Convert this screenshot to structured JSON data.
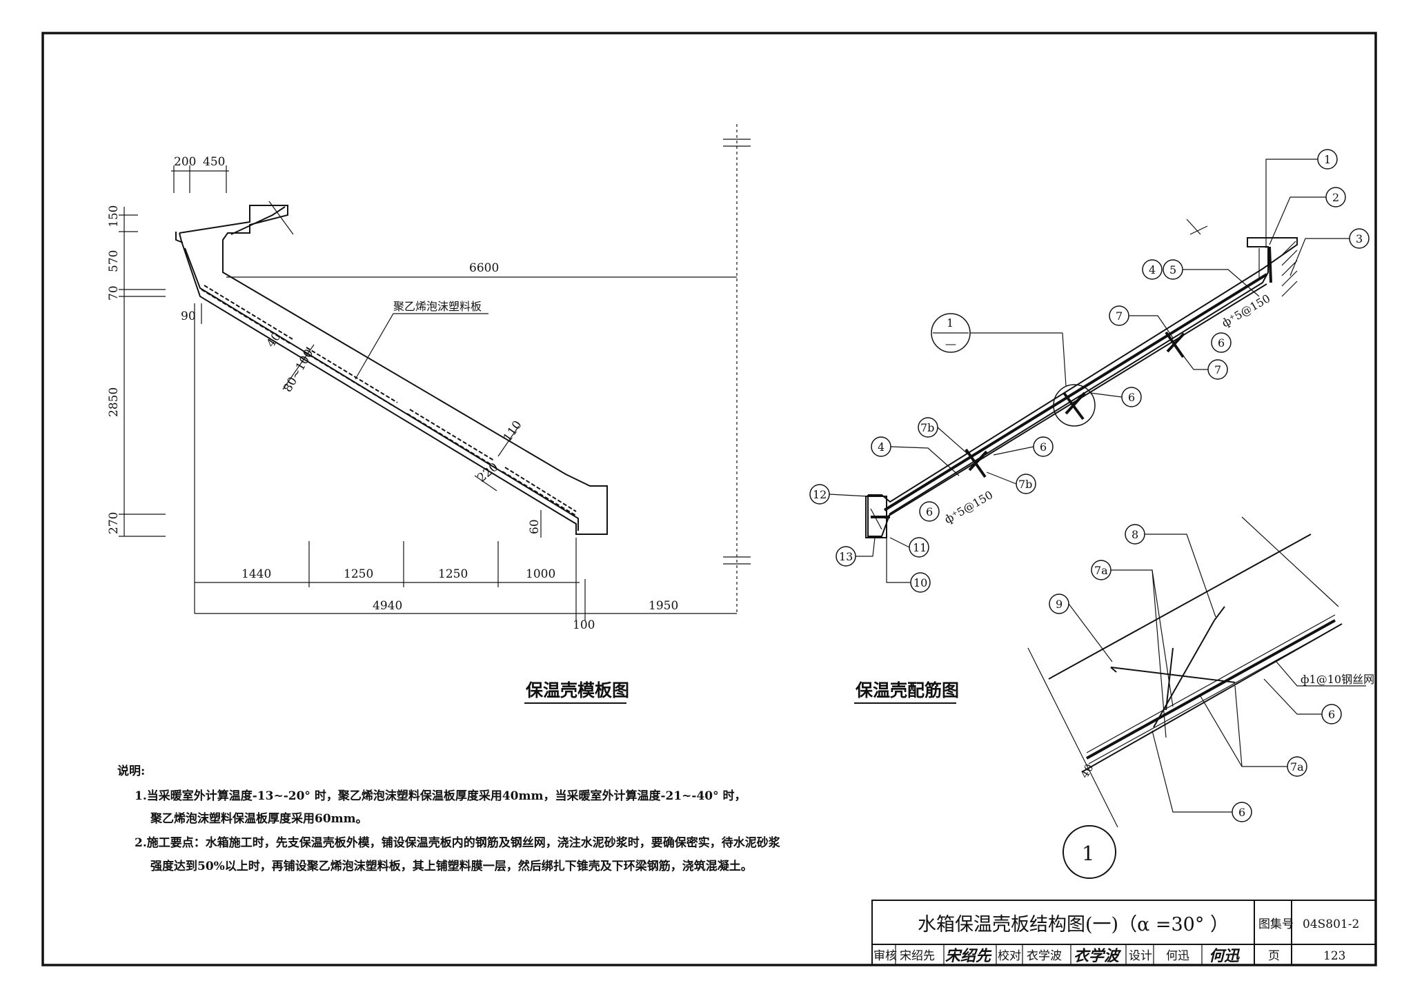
{
  "left_drawing": {
    "title": "保温壳模板图",
    "material_label": "聚乙烯泡沫塑料板",
    "dims": {
      "top_200": "200",
      "top_450": "450",
      "v_150": "150",
      "v_570": "570",
      "v_70": "70",
      "v_2850": "2850",
      "v_270": "270",
      "d_90": "90",
      "d_40": "40",
      "d_80_100": "80~100",
      "d_6600": "6600",
      "d_110": "110",
      "d_220": "220",
      "d_60": "60",
      "b_1440": "1440",
      "b_1250a": "1250",
      "b_1250b": "1250",
      "b_1000": "1000",
      "b_4940": "4940",
      "b_1950": "1950",
      "b_100": "100"
    }
  },
  "right_drawing": {
    "title": "保温壳配筋图",
    "callouts": {
      "c1": "1",
      "c2": "2",
      "c3": "3",
      "c4a": "4",
      "c5": "5",
      "c7a": "7",
      "c6a": "6",
      "c7b": "7",
      "c6b": "6",
      "c7b1": "7b",
      "c4b": "4",
      "c6c": "6",
      "c7b2": "7b",
      "c12": "12",
      "c6d": "6",
      "c11": "11",
      "c13": "13",
      "c10": "10"
    },
    "detail_ref_top": "1",
    "detail_ref_bottom": "—",
    "rebar_label_upper": "ф⁺5@150",
    "rebar_label_lower": "ф⁺5@150"
  },
  "detail_1": {
    "marker": "1",
    "callouts": {
      "c8": "8",
      "c7a1": "7a",
      "c9": "9",
      "c6a": "6",
      "c7a2": "7a",
      "c6b": "6"
    },
    "mesh_label": "ф1@10钢丝网",
    "dim_40": "40"
  },
  "notes": {
    "heading": "说明:",
    "lines": [
      "1.当采暖室外计算温度-13~-20° 时，聚乙烯泡沫塑料保温板厚度采用40mm，当采暖室外计算温度-21~-40° 时，",
      "聚乙烯泡沫塑料保温板厚度采用60mm。",
      "2.施工要点：水箱施工时，先支保温壳板外模，铺设保温壳板内的钢筋及钢丝网，浇注水泥砂浆时，要确保密实，待水泥砂浆",
      "强度达到50%以上时，再铺设聚乙烯泡沫塑料板，其上铺塑料膜一层，然后绑扎下锥壳及下环梁钢筋，浇筑混凝土。"
    ]
  },
  "title_block": {
    "title": "水箱保温壳板结构图(一)（α =30° ）",
    "atlas_label": "图集号",
    "atlas_no": "04S801-2",
    "review_label": "审核",
    "reviewer": "宋绍先",
    "reviewer_sign": "宋绍先",
    "check_label": "校对",
    "checker": "衣学波",
    "checker_sign": "衣学波",
    "design_label": "设计",
    "designer": "何迅",
    "designer_sign": "何迅",
    "page_label": "页",
    "page_no": "123"
  }
}
